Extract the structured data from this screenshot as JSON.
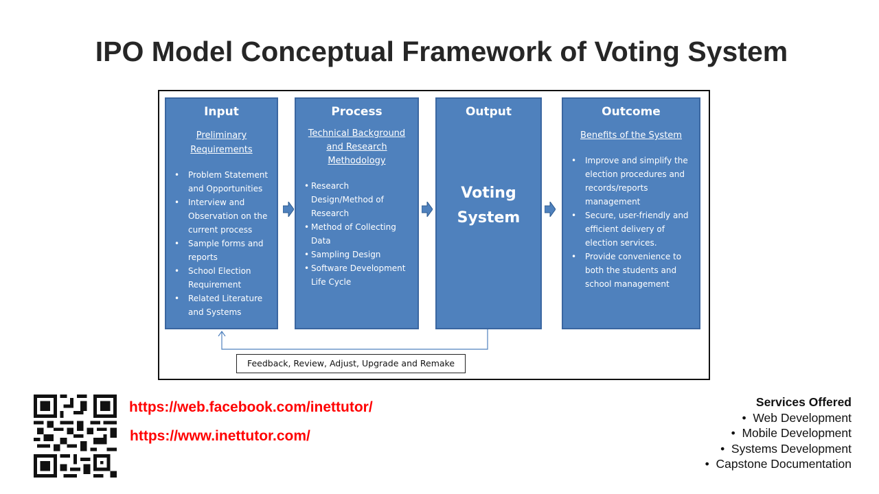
{
  "title": "IPO Model Conceptual Framework of Voting System",
  "diagram": {
    "input": {
      "header": "Input",
      "subtitle": "Preliminary Requirements",
      "items": [
        "Problem Statement and Opportunities",
        "Interview and Observation on the current process",
        "Sample forms and reports",
        "School Election Requirement",
        "Related Literature and Systems"
      ]
    },
    "process": {
      "header": "Process",
      "subtitle": "Technical Background and Research Methodology",
      "items": [
        "Research Design/Method of Research",
        "Method of Collecting Data",
        "Sampling Design",
        "Software Development Life Cycle"
      ]
    },
    "output": {
      "header": "Output",
      "line1": "Voting",
      "line2": "System"
    },
    "outcome": {
      "header": "Outcome",
      "subtitle": "Benefits of the System",
      "items": [
        "Improve and simplify the election procedures and records/reports management",
        "Secure, user-friendly and efficient delivery of election services.",
        "Provide convenience to both the students and school management"
      ]
    },
    "feedback": "Feedback, Review, Adjust, Upgrade and Remake",
    "colors": {
      "box": "#4f81bd",
      "box_border": "#3a66a0",
      "link": "#ff0000"
    }
  },
  "links": {
    "facebook": "https://web.facebook.com/inettutor/",
    "website": "https://www.inettutor.com/"
  },
  "services": {
    "title": "Services Offered",
    "items": [
      "Web Development",
      "Mobile Development",
      "Systems Development",
      "Capstone Documentation"
    ]
  }
}
